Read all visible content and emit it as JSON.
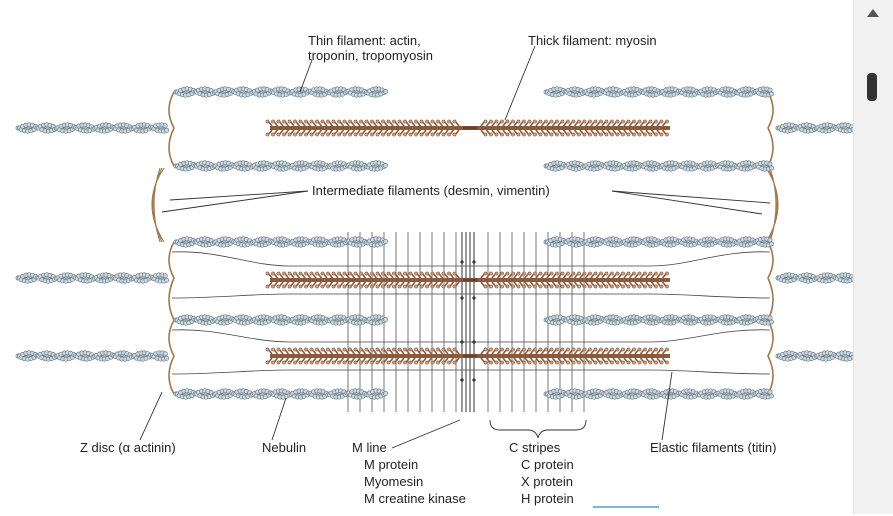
{
  "labels": {
    "thin_filament_1": "Thin filament: actin,",
    "thin_filament_2": "troponin, tropomyosin",
    "thick_filament": "Thick filament: myosin",
    "intermediate": "Intermediate filaments (desmin, vimentin)",
    "z_disc": "Z disc (α actinin)",
    "nebulin": "Nebulin",
    "m_line": "M line",
    "m_protein": "M protein",
    "myomesin": "Myomesin",
    "m_creatine_kinase": "M creatine kinase",
    "c_stripes": "C stripes",
    "c_protein": "C protein",
    "x_protein": "X protein",
    "h_protein": "H protein",
    "elastic": "Elastic filaments (titin)"
  },
  "colors": {
    "actin": "#6a7f8c",
    "actin_light": "#cfd8de",
    "myosin": "#8b5a3c",
    "myosin_light": "#c9a38a",
    "zdisc": "#a0784e",
    "grid": "#555555"
  }
}
